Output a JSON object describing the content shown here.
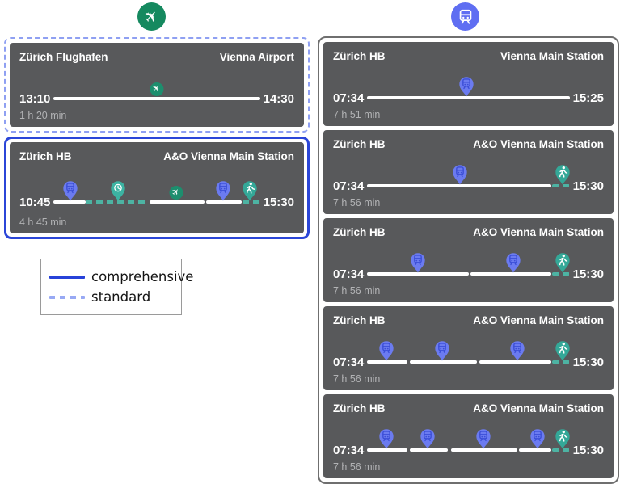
{
  "colors": {
    "card_bg": "#58595b",
    "comprehensive_blue": "#2b46d8",
    "standard_blue": "#8fa0f2",
    "teal_dash": "#4db3a3",
    "train_pin_blue": "#6b7bf0",
    "train_pin_glyph": "#3b4ed6",
    "teal_pin": "#34a898",
    "plane_green": "#15895f",
    "train_circle_blue": "#5f6ef2",
    "timeline_white": "#ffffff",
    "duration_gray": "#b2b3b5",
    "panel_border_gray": "#6f6f6f"
  },
  "header": {
    "flight_mode_icon": "plane-icon",
    "train_mode_icon": "train-icon"
  },
  "legend": {
    "items": [
      {
        "label": "comprehensive",
        "style": "solid"
      },
      {
        "label": "standard",
        "style": "dashed"
      }
    ]
  },
  "flight_column": {
    "cards": [
      {
        "from": "Zürich Flughafen",
        "to": "Vienna Airport",
        "depart": "13:10",
        "arrive": "14:30",
        "duration": "1 h 20 min",
        "border_style": "standard",
        "segments": [
          {
            "start": 0,
            "end": 100,
            "style": "solid"
          }
        ],
        "markers": [
          {
            "type": "plane",
            "pos": 50
          }
        ]
      },
      {
        "from": "Zürich HB",
        "to": "A&O Vienna Main Station",
        "depart": "10:45",
        "arrive": "15:30",
        "duration": "4 h 45 min",
        "border_style": "comprehensive",
        "segments": [
          {
            "start": 0,
            "end": 15.5,
            "style": "solid"
          },
          {
            "start": 15.5,
            "end": 45.5,
            "style": "dashed"
          },
          {
            "start": 46.5,
            "end": 73,
            "style": "solid"
          },
          {
            "start": 74,
            "end": 91,
            "style": "solid"
          },
          {
            "start": 91.5,
            "end": 100,
            "style": "dashed"
          }
        ],
        "markers": [
          {
            "type": "train",
            "pos": 8
          },
          {
            "type": "clock",
            "pos": 31
          },
          {
            "type": "plane",
            "pos": 59.5
          },
          {
            "type": "train",
            "pos": 82
          },
          {
            "type": "walk",
            "pos": 95
          }
        ]
      }
    ]
  },
  "train_column": {
    "cards": [
      {
        "from": "Zürich HB",
        "to": "Vienna Main Station",
        "depart": "07:34",
        "arrive": "15:25",
        "duration": "7 h 51 min",
        "segments": [
          {
            "start": 0,
            "end": 100,
            "style": "solid"
          }
        ],
        "markers": [
          {
            "type": "train",
            "pos": 49
          }
        ]
      },
      {
        "from": "Zürich HB",
        "to": "A&O Vienna Main Station",
        "depart": "07:34",
        "arrive": "15:30",
        "duration": "7 h 56 min",
        "segments": [
          {
            "start": 0,
            "end": 91,
            "style": "solid"
          },
          {
            "start": 91.5,
            "end": 100,
            "style": "dashed"
          }
        ],
        "markers": [
          {
            "type": "train",
            "pos": 46
          },
          {
            "type": "walk",
            "pos": 96.5
          }
        ]
      },
      {
        "from": "Zürich HB",
        "to": "A&O Vienna Main Station",
        "depart": "07:34",
        "arrive": "15:30",
        "duration": "7 h 56 min",
        "segments": [
          {
            "start": 0,
            "end": 50,
            "style": "solid"
          },
          {
            "start": 51,
            "end": 91,
            "style": "solid"
          },
          {
            "start": 91.5,
            "end": 100,
            "style": "dashed"
          }
        ],
        "markers": [
          {
            "type": "train",
            "pos": 25
          },
          {
            "type": "train",
            "pos": 72
          },
          {
            "type": "walk",
            "pos": 96.5
          }
        ]
      },
      {
        "from": "Zürich HB",
        "to": "A&O Vienna Main Station",
        "depart": "07:34",
        "arrive": "15:30",
        "duration": "7 h 56 min",
        "segments": [
          {
            "start": 0,
            "end": 19.8,
            "style": "solid"
          },
          {
            "start": 21,
            "end": 54,
            "style": "solid"
          },
          {
            "start": 55.5,
            "end": 91,
            "style": "solid"
          },
          {
            "start": 91.5,
            "end": 100,
            "style": "dashed"
          }
        ],
        "markers": [
          {
            "type": "train",
            "pos": 9.5
          },
          {
            "type": "train",
            "pos": 37
          },
          {
            "type": "train",
            "pos": 74
          },
          {
            "type": "walk",
            "pos": 96.5
          }
        ]
      },
      {
        "from": "Zürich HB",
        "to": "A&O Vienna Main Station",
        "depart": "07:34",
        "arrive": "15:30",
        "duration": "7 h 56 min",
        "segments": [
          {
            "start": 0,
            "end": 19.8,
            "style": "solid"
          },
          {
            "start": 21,
            "end": 40,
            "style": "solid"
          },
          {
            "start": 41.5,
            "end": 74,
            "style": "solid"
          },
          {
            "start": 75,
            "end": 91,
            "style": "solid"
          },
          {
            "start": 91.5,
            "end": 100,
            "style": "dashed"
          }
        ],
        "markers": [
          {
            "type": "train",
            "pos": 9.5
          },
          {
            "type": "train",
            "pos": 30
          },
          {
            "type": "train",
            "pos": 57.5
          },
          {
            "type": "train",
            "pos": 84
          },
          {
            "type": "walk",
            "pos": 96.5
          }
        ]
      }
    ]
  }
}
